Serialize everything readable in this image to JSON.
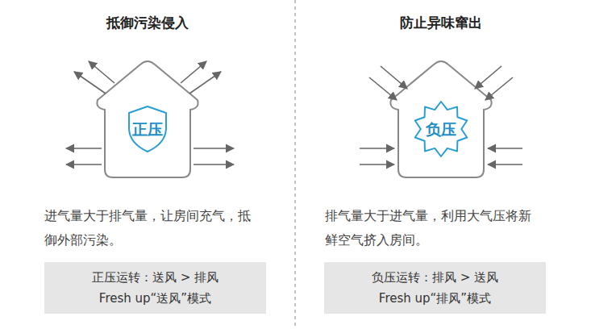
{
  "diagram": {
    "nodes": [
      {
        "text": [
          "正压"
        ]
      },
      {
        "text": [
          "正压运转：送风 > 排风",
          "Fresh up“送风”模式"
        ]
      },
      {
        "text": [
          "负压"
        ]
      },
      {
        "text": [
          "负压运转：排风 > 送风",
          "Fresh up“排风”模式"
        ]
      }
    ],
    "labels": [
      "抵御污染侵入",
      "进气量大于排气量，让房间充气，抵御外部污染。",
      "防止异味窜出",
      "排气量大于进气量，利用大气压将新鲜空气挤入房间。"
    ]
  }
}
